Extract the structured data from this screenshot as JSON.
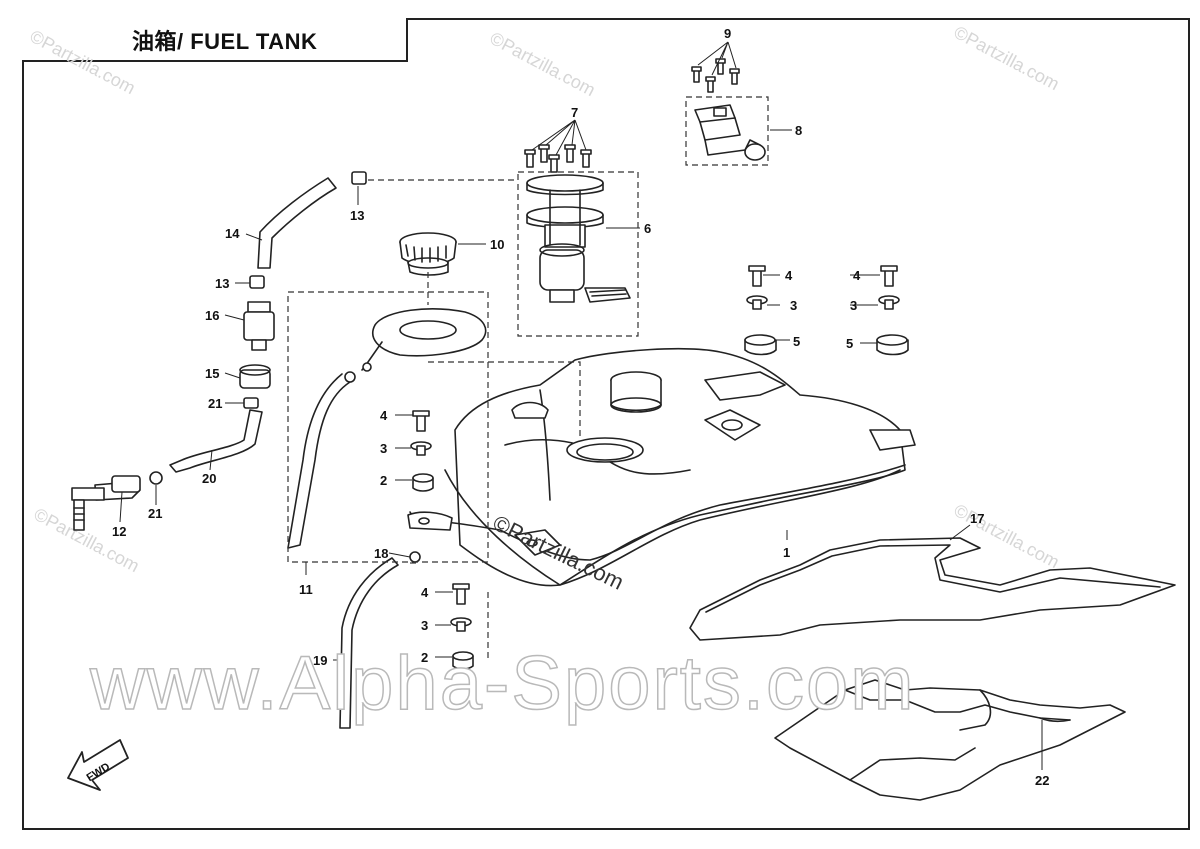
{
  "title": "油箱/ FUEL TANK",
  "watermark": "www.Alpha-Sports.com",
  "site_watermark": "©Partzilla.com",
  "fwd_label": "FWD",
  "callouts": [
    "1",
    "2",
    "2",
    "3",
    "3",
    "3",
    "3",
    "4",
    "4",
    "4",
    "4",
    "5",
    "5",
    "6",
    "7",
    "8",
    "9",
    "10",
    "11",
    "12",
    "13",
    "13",
    "14",
    "15",
    "16",
    "17",
    "18",
    "19",
    "20",
    "21",
    "21",
    "22"
  ]
}
